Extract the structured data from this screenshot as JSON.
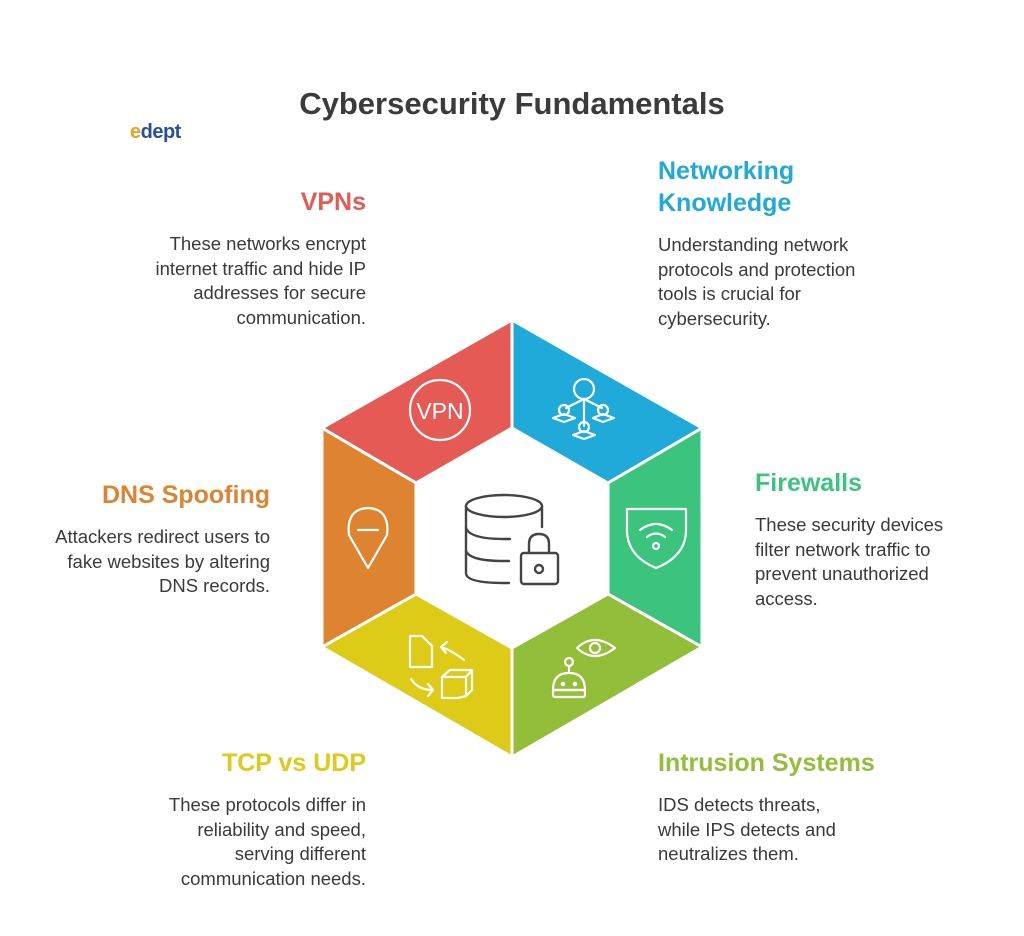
{
  "title": "Cybersecurity Fundamentals",
  "logo": {
    "accent": "e",
    "rest": "dept",
    "text": "edept"
  },
  "center_icon": "database-lock-icon",
  "segments": [
    {
      "id": "vpns",
      "title": "VPNs",
      "description": "These networks encrypt internet traffic and hide IP addresses for secure communication.",
      "color": "#E55A55",
      "icon": "vpn-icon"
    },
    {
      "id": "networking",
      "title": "Networking Knowledge",
      "description": "Understanding network protocols and protection tools is crucial for cybersecurity.",
      "color": "#1FAAD9",
      "icon": "network-hierarchy-icon"
    },
    {
      "id": "firewalls",
      "title": "Firewalls",
      "description": "These security devices filter network traffic to prevent unauthorized access.",
      "color": "#3CC47F",
      "icon": "shield-wifi-icon"
    },
    {
      "id": "intrusion",
      "title": "Intrusion Systems",
      "description": "IDS detects threats, while IPS detects and neutralizes them.",
      "color": "#93BE3A",
      "icon": "robot-eye-icon"
    },
    {
      "id": "tcpudp",
      "title": "TCP vs UDP",
      "description": "These protocols differ in reliability and speed, serving different communication needs.",
      "color": "#DDCB17",
      "icon": "file-exchange-icon"
    },
    {
      "id": "dns",
      "title": "DNS Spoofing",
      "description": "Attackers redirect users to fake websites by altering DNS records.",
      "color": "#DE8330",
      "icon": "location-pin-minus-icon"
    }
  ],
  "vpn_icon_text": "VPN"
}
